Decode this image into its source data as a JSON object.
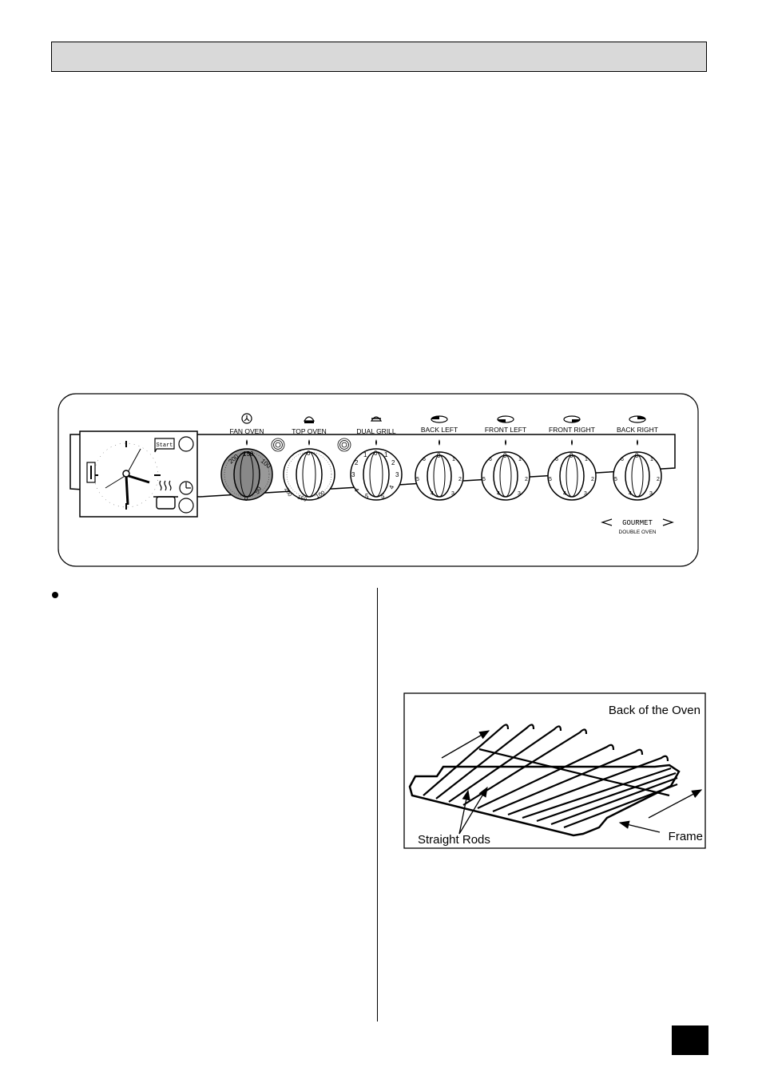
{
  "control_panel": {
    "knob_labels": {
      "fan_oven": "FAN OVEN",
      "top_oven": "TOP OVEN",
      "dual_grill": "DUAL GRILL",
      "back_left": "BACK LEFT",
      "front_left": "FRONT LEFT",
      "front_right": "FRONT RIGHT",
      "back_right": "BACK RIGHT"
    },
    "fan_oven_scale": [
      "200",
      "150",
      "100",
      "0",
      "50"
    ],
    "top_oven_scale": [
      "0",
      "200",
      "150",
      "100"
    ],
    "grill_scale": [
      "1",
      "0",
      "1",
      "2",
      "3",
      "4",
      "5",
      "5",
      "4",
      "3",
      "2"
    ],
    "hotplate_scale": [
      "0",
      "1",
      "2",
      "3",
      "4",
      "5",
      "6"
    ],
    "clock": {
      "start_label": "Start"
    },
    "brand": "GOURMET",
    "model": "DOUBLE OVEN"
  },
  "shelf_figure": {
    "label_back": "Back of the Oven",
    "label_rods": "Straight Rods",
    "label_frame": "Frame"
  }
}
